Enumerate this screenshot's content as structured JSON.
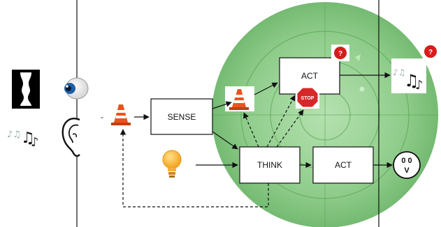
{
  "boxes": {
    "sense": "SENSE",
    "think": "THINK",
    "act_top": "ACT",
    "act_bottom": "ACT"
  },
  "labels": {
    "stop": "STOP",
    "gauge_top": "0 0",
    "gauge_bottom": "V",
    "question_mark": "?",
    "input_dash": "-"
  },
  "colors": {
    "radar_green": "#4caf50",
    "radar_light": "#8fce8a",
    "cone_orange": "#e8541e",
    "stop_red": "#d62828",
    "question_red": "#d81b1b",
    "eye_blue": "#1e5fa8",
    "bulb_yellow": "#f5a623"
  },
  "icons": [
    "face-vase-icon",
    "eye-icon",
    "ear-icon",
    "music-notes-icon",
    "traffic-cone-icon",
    "light-bulb-icon",
    "stop-sign-icon",
    "question-mark-icon",
    "gauge-icon",
    "radar-icon"
  ]
}
